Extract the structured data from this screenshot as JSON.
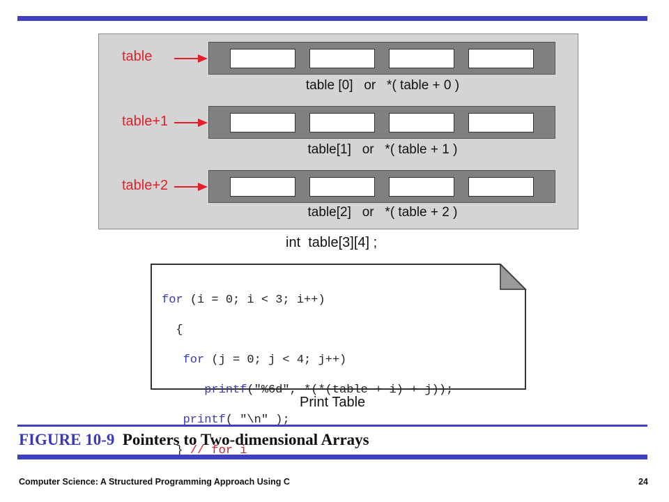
{
  "diagram": {
    "rows": [
      {
        "label": "table",
        "caption": "table [0]   or   *( table + 0 )"
      },
      {
        "label": "table+1",
        "caption": "table[1]   or   *( table + 1 )"
      },
      {
        "label": "table+2",
        "caption": "table[2]   or   *( table + 2 )"
      }
    ],
    "declaration": "int  table[3][4] ;"
  },
  "code_block": {
    "lines": [
      {
        "kw": "for",
        "rest": " (i = 0; i < 3; i++)",
        "comment": ""
      },
      {
        "kw": "",
        "rest": "  {",
        "comment": ""
      },
      {
        "kw": "   for",
        "rest": " (j = 0; j < 4; j++)",
        "comment": ""
      },
      {
        "kw": "      printf",
        "rest": "(\"%6d\", *(*(table + i) + j));",
        "comment": ""
      },
      {
        "kw": "   printf",
        "rest": "( \"\\n\" );",
        "comment": ""
      },
      {
        "kw": "",
        "rest": "  } ",
        "comment": "// for i"
      }
    ],
    "caption": "Print Table"
  },
  "figure": {
    "number": "FIGURE 10-9",
    "title": "Pointers to Two-dimensional Arrays"
  },
  "footer": {
    "left": "Computer Science: A Structured Programming Approach Using C",
    "page": "24"
  },
  "colors": {
    "accent": "#3f3fbf",
    "arrow": "#e0202a",
    "keyword": "#3a3ab5"
  }
}
